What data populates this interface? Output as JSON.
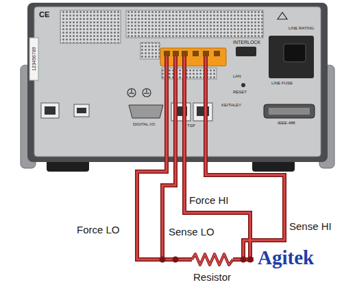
{
  "diagram": {
    "labels": [
      "Force HI",
      "Force LO",
      "Sense LO",
      "Sense HI",
      "Resistor",
      "Agitek",
      "CE",
      "123456789",
      "INTERLOCK",
      "LINE RATING",
      "LINE FUSE",
      "DIGITAL I/O",
      "LAN",
      "RESET",
      "TSP",
      "KEITHLEY",
      "IEEE-488"
    ]
  }
}
